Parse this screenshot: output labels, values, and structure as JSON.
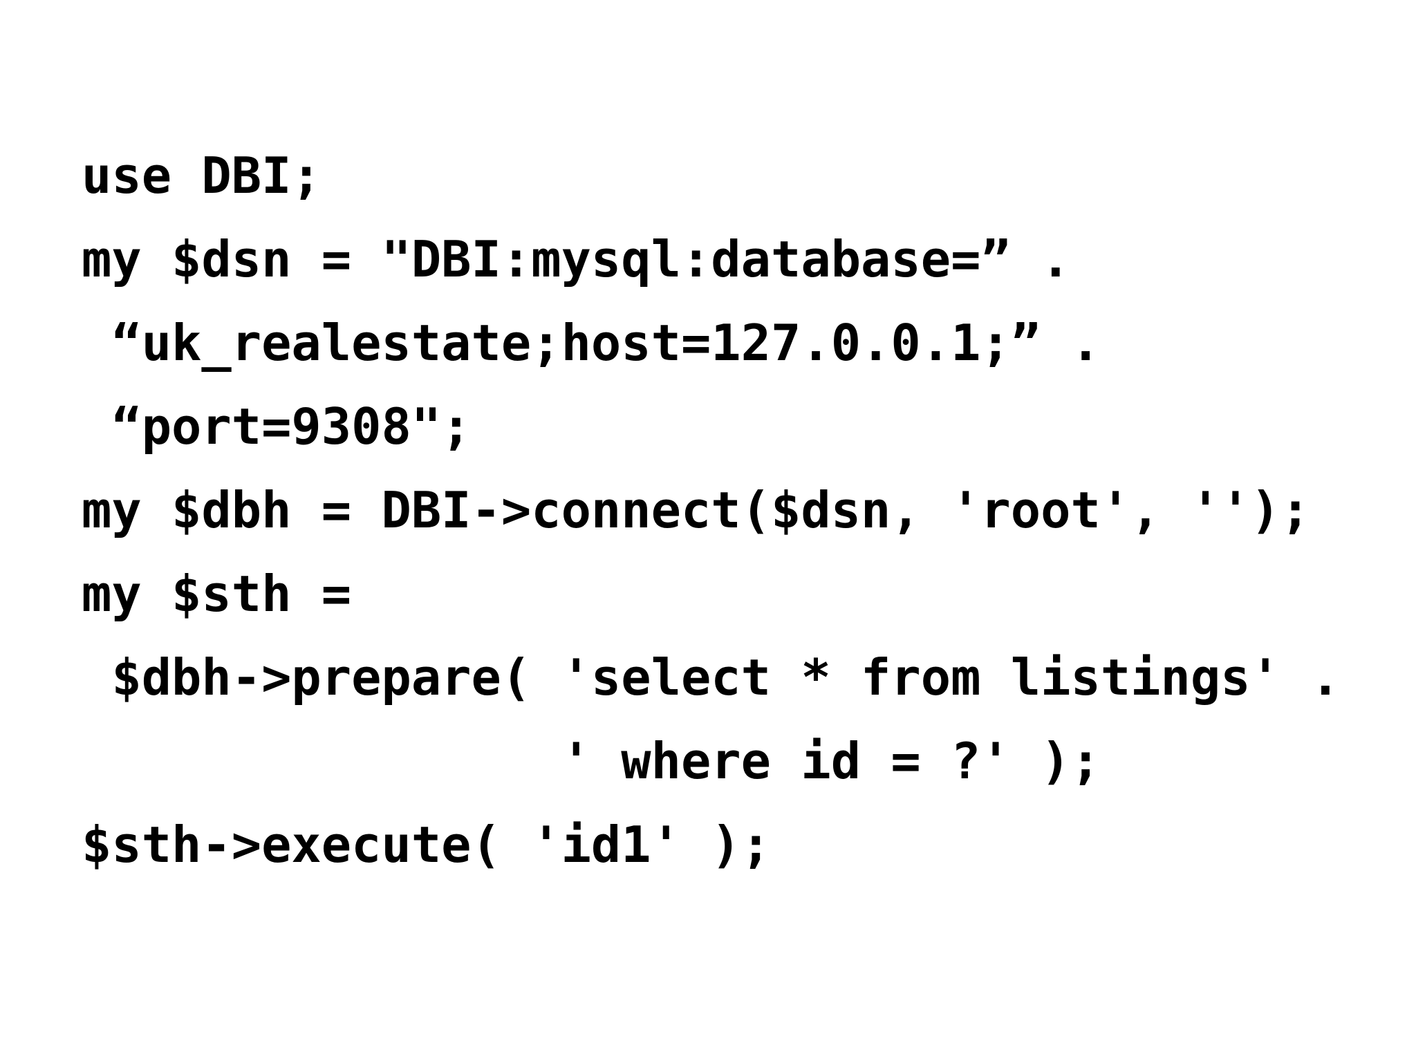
{
  "code": {
    "lines": [
      "use DBI;",
      "my $dsn = \"DBI:mysql:database=” .",
      " “uk_realestate;host=127.0.0.1;” .",
      " “port=9308\";",
      "my $dbh = DBI->connect($dsn, 'root', '');",
      "my $sth =",
      " $dbh->prepare( 'select * from listings' .",
      "                ' where id = ?' );",
      "$sth->execute( 'id1' );"
    ]
  }
}
